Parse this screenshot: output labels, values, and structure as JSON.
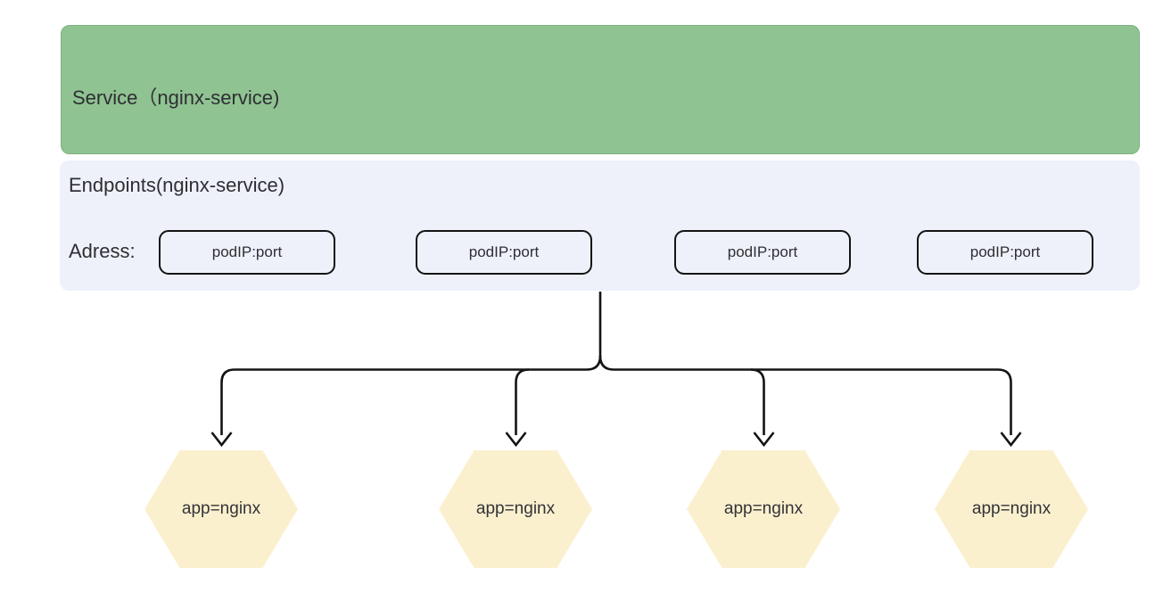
{
  "service": {
    "label": "Service（nginx-service)"
  },
  "endpoints": {
    "title": "Endpoints(nginx-service)",
    "address_label": "Adress:",
    "addresses": [
      "podIP:port",
      "podIP:port",
      "podIP:port",
      "podIP:port"
    ]
  },
  "pods": [
    {
      "label": "app=nginx"
    },
    {
      "label": "app=nginx"
    },
    {
      "label": "app=nginx"
    },
    {
      "label": "app=nginx"
    }
  ],
  "colors": {
    "service_fill": "#90c392",
    "service_border": "#7cb27e",
    "endpoints_fill": "#eef1fa",
    "chip_border": "#141414",
    "pod_fill": "#fbf0ce",
    "connector_line": "#141414",
    "text": "#2e2e33"
  }
}
